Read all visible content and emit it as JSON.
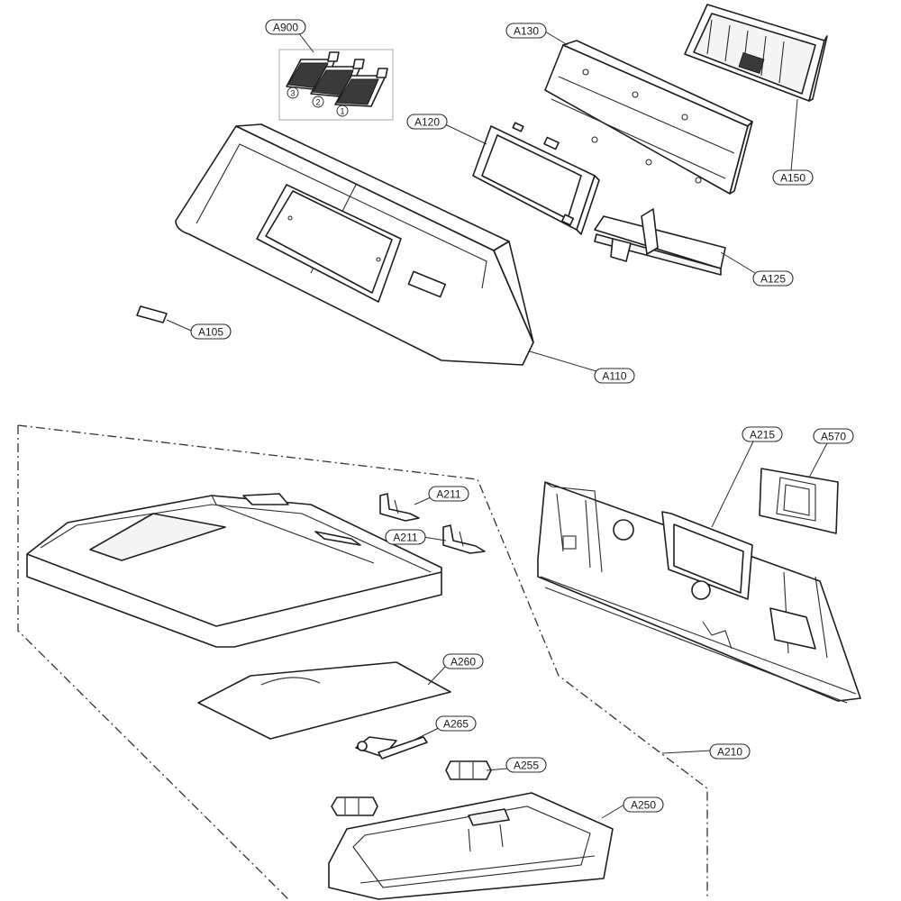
{
  "callouts": {
    "a900": "A900",
    "a130": "A130",
    "a150": "A150",
    "a120": "A120",
    "a125": "A125",
    "a105": "A105",
    "a110": "A110",
    "a215": "A215",
    "a570": "A570",
    "a211_top": "A211",
    "a211_bottom": "A211",
    "a260": "A260",
    "a265": "A265",
    "a255": "A255",
    "a250": "A250",
    "a210": "A210"
  },
  "kit_numbers": [
    "3",
    "2",
    "1"
  ],
  "colors": {
    "line": "#1e1e1e",
    "group_border": "#333333",
    "kit_box": "#aaaaaa"
  }
}
